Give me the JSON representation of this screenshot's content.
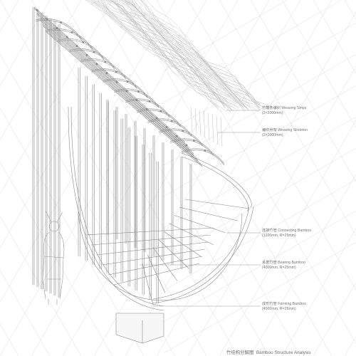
{
  "title": {
    "zh": "竹结构分解图",
    "en": "Bamboo Structure Analysis"
  },
  "annotations": [
    {
      "id": "weaving-strips",
      "name": "竹篾条编织 Weaving Strips",
      "spec": "(2×2000mm)"
    },
    {
      "id": "weaving-skeleton",
      "name": "编织骨架 Weaving Skeleton",
      "spec": "(2×2000mm)"
    },
    {
      "id": "connecting-bamboo",
      "name": "连接竹管 Connecting Bamboo",
      "spec": "(1200mm, R=25mm)"
    },
    {
      "id": "bearing-bamboo",
      "name": "承重竹管 Bearing Bamboo",
      "spec": "(4000mm, R=25mm)"
    },
    {
      "id": "forming-bamboo",
      "name": "成形竹管 Forming Bamboo",
      "spec": "(4000mm, R=25mm)"
    }
  ],
  "colors": {
    "line": "#8a8a8a",
    "grid": "#dcdcdc",
    "figure": "#9a9a9a"
  }
}
